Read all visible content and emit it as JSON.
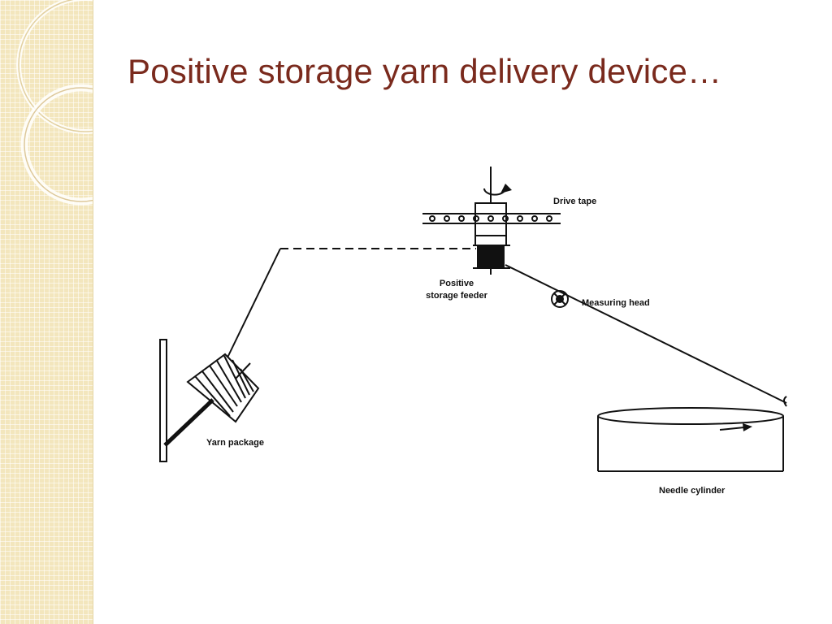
{
  "slide": {
    "title": "Positive storage yarn delivery device…"
  },
  "diagram": {
    "labels": {
      "drive_tape": "Drive tape",
      "feeder_line1": "Positive",
      "feeder_line2": "storage feeder",
      "measuring_head": "Measuring head",
      "yarn_package": "Yarn package",
      "needle_cylinder": "Needle cylinder"
    }
  },
  "colors": {
    "title": "#7a2a1d",
    "strip": "#f3e6bd"
  }
}
